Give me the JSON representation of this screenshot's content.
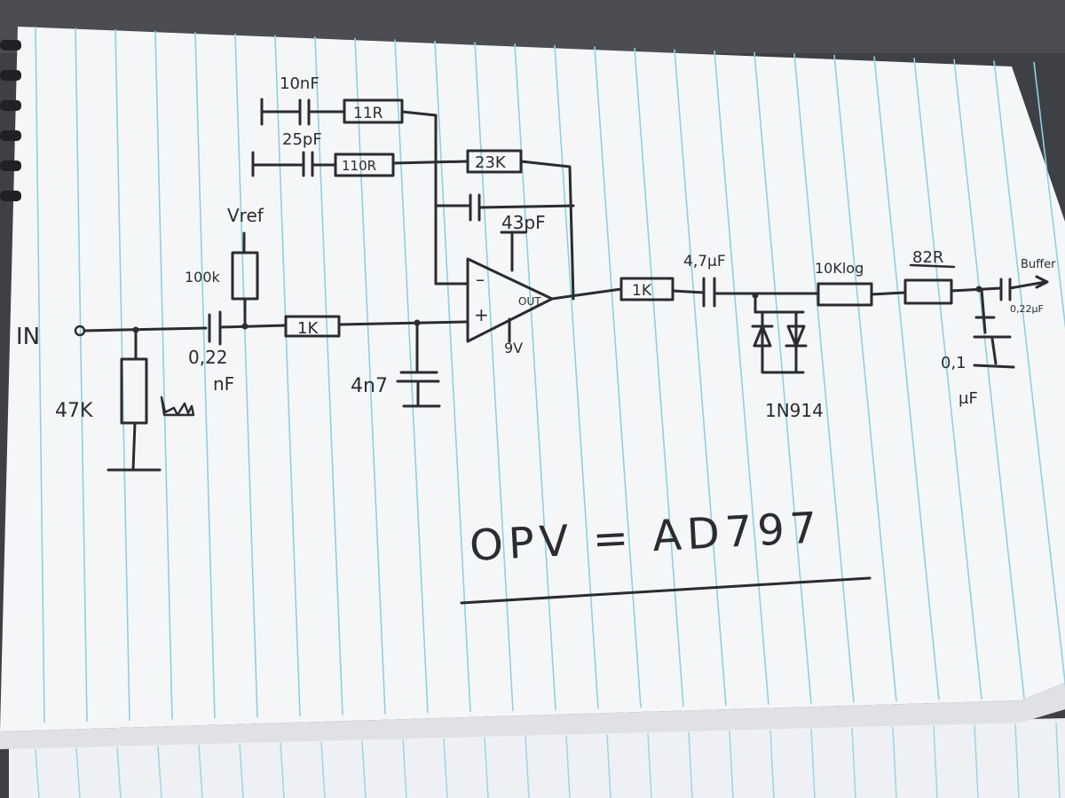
{
  "diagram": {
    "labels": {
      "input": "IN",
      "r_input": "47K",
      "c_input": "0,22",
      "c_input_unit": "nF",
      "vref": "Vref",
      "r_vref": "100k",
      "r_series": "1K",
      "c_filter": "4n7",
      "c_fb1": "10nF",
      "r_fb1": "11R",
      "c_fb2": "25pF",
      "r_fb2": "110R",
      "r_fb": "23K",
      "c_fb": "43pF",
      "op_minus": "–",
      "op_plus": "+",
      "op_out": "OUT",
      "op_supply": "9V",
      "r_out": "1K",
      "c_out": "4,7µF",
      "diodes": "1N914",
      "pot": "10Klog",
      "r_82": "82R",
      "c_shunt": "0,1",
      "c_shunt_unit": "µF",
      "c_final": "0,22µF",
      "buffer": "Buffer",
      "opamp_note": "OPV = AD797"
    }
  }
}
